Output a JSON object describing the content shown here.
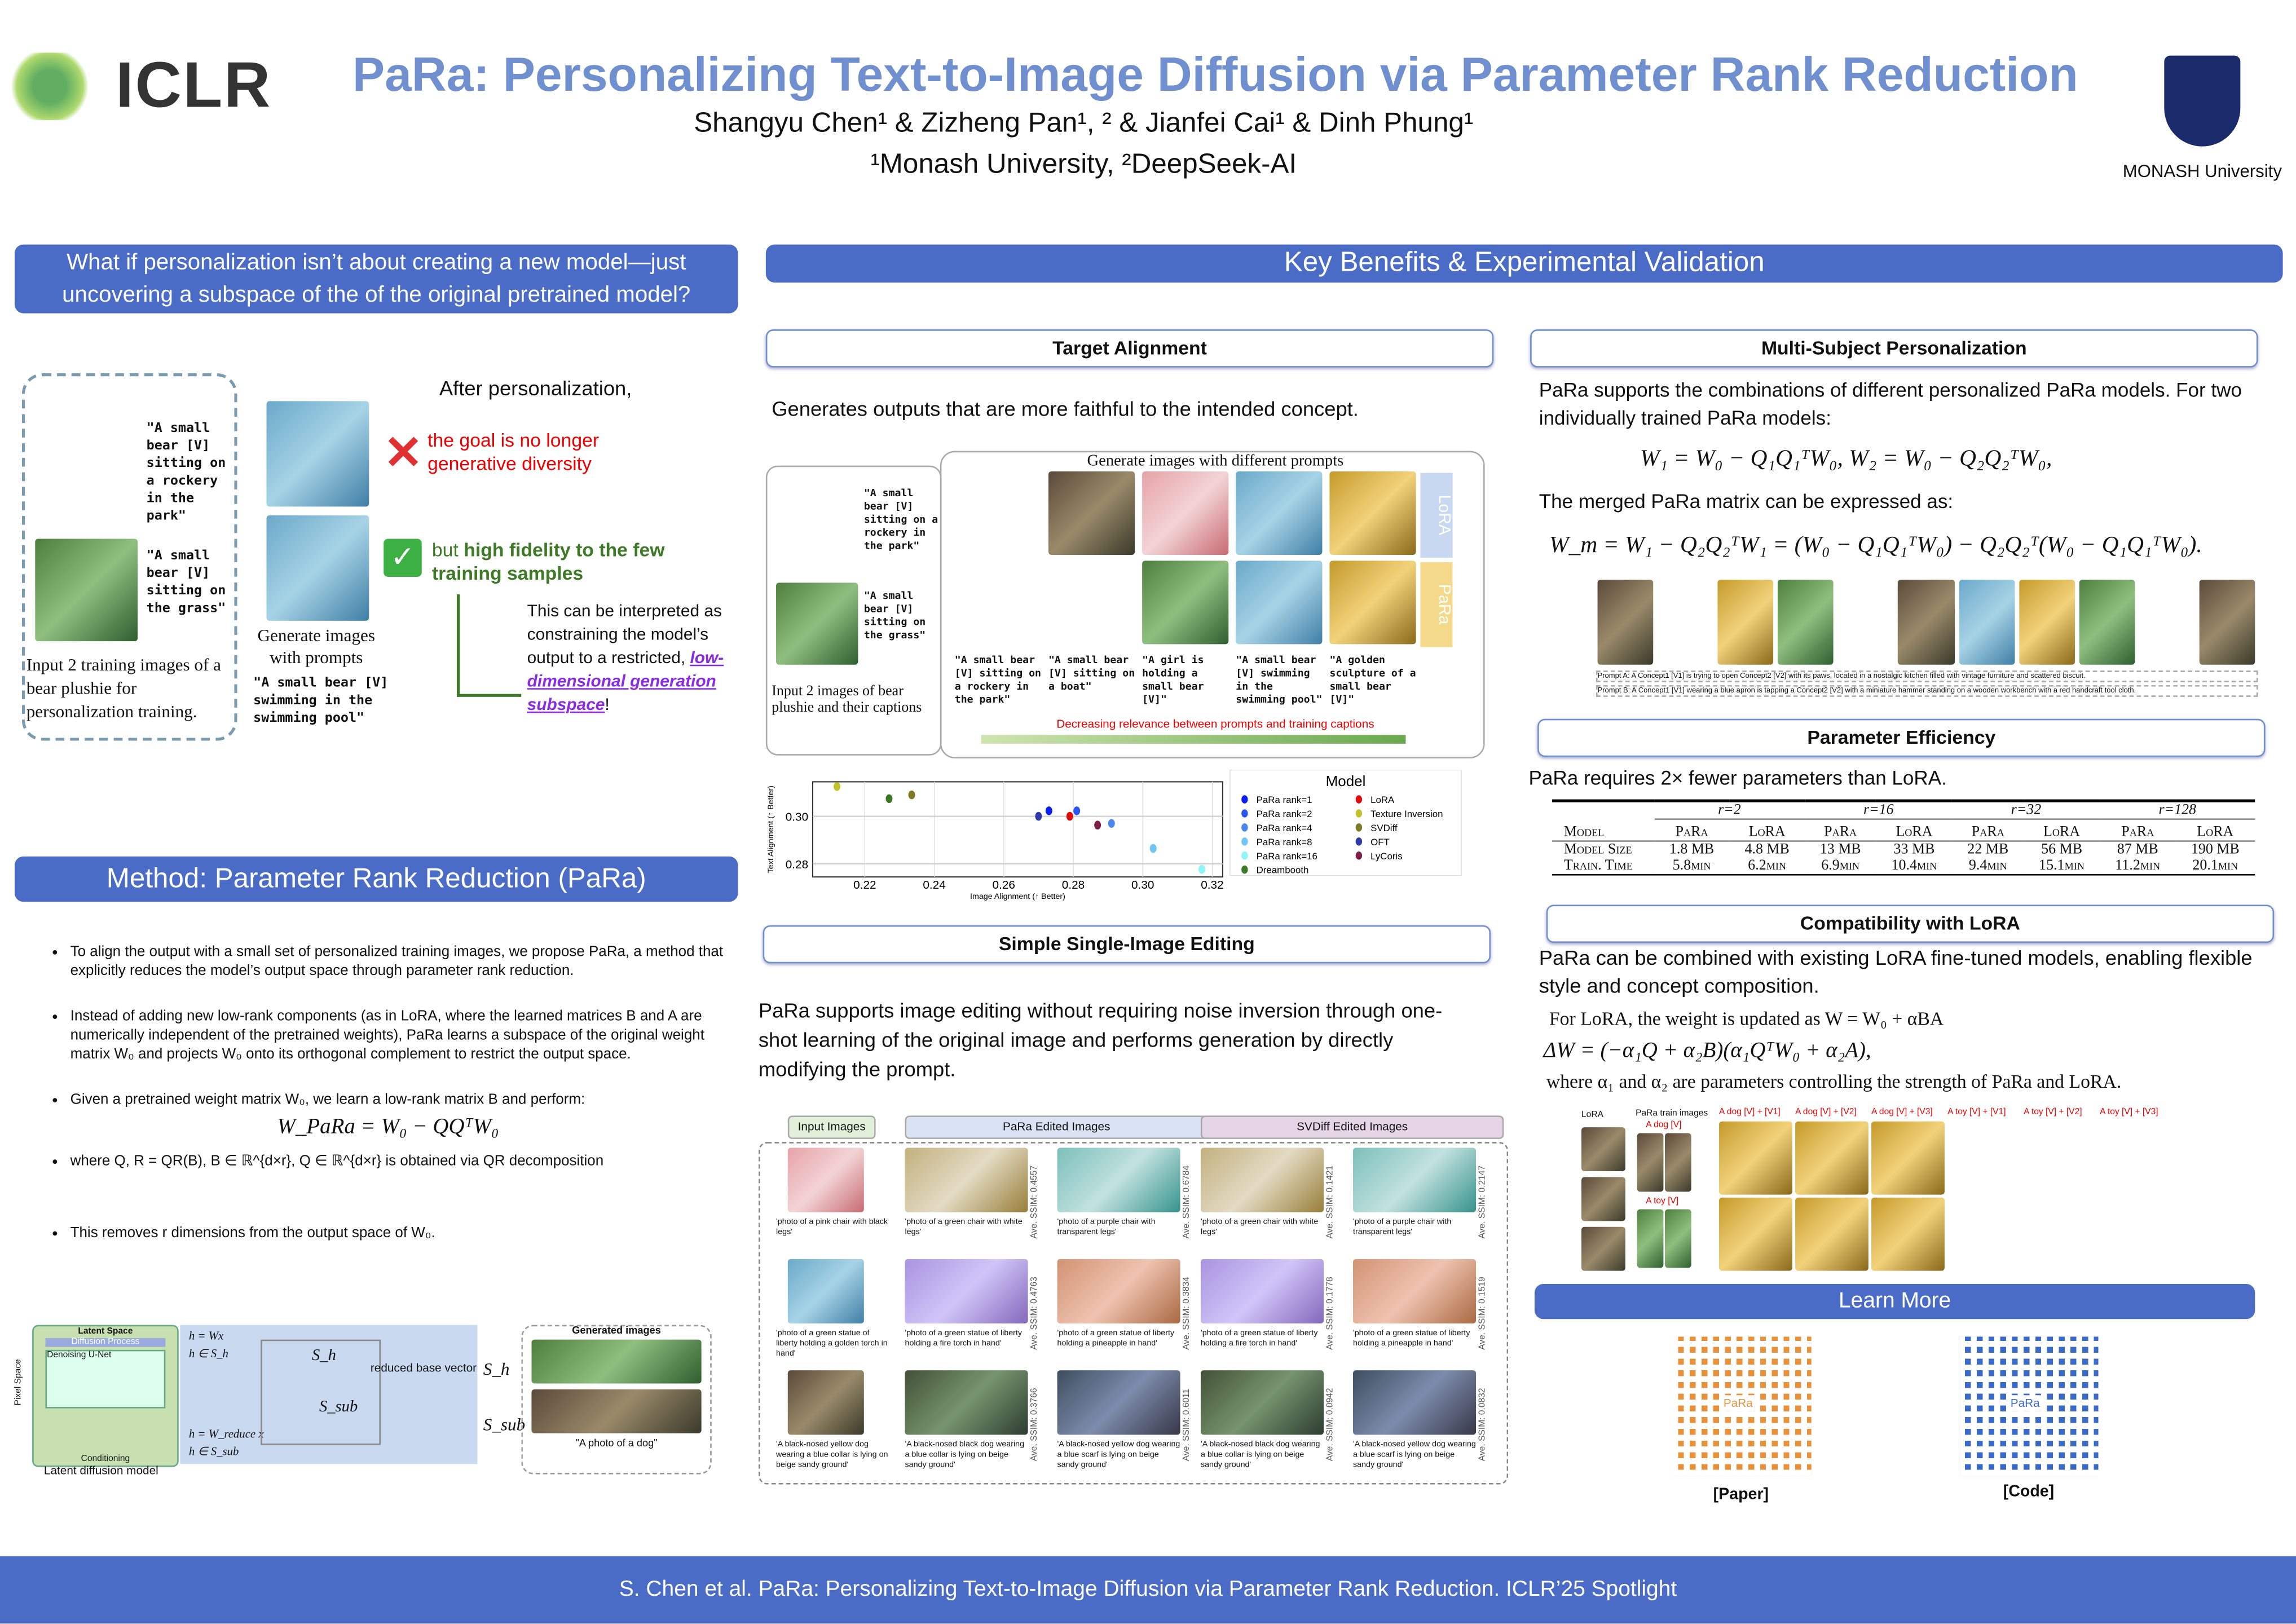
{
  "header": {
    "conference_logo": "ICLR",
    "title": "PaRa: Personalizing Text-to-Image Diffusion via Parameter Rank Reduction",
    "authors": "Shangyu Chen¹ & Zizheng Pan¹, ² & Jianfei Cai¹ & Dinh Phung¹",
    "affiliations": "¹Monash University, ²DeepSeek-AI",
    "university_logo": "MONASH University"
  },
  "question": {
    "text": "What if personalization isn’t about creating a new model—just uncovering a subspace of the of the original pretrained model?"
  },
  "intro": {
    "caption1": "\"A small bear [V] sitting on a rockery in the park\"",
    "caption2": "\"A small bear [V] sitting on the grass\"",
    "input_label": "Input 2 training images of a bear plushie for personalization training.",
    "generate_label": "Generate images with prompts",
    "generate_prompt": "\"A small bear [V] swimming in the swimming pool\"",
    "after": "After personalization,",
    "cross_text": "the goal is no longer generative diversity",
    "check_prefix": "but ",
    "check_text": "high fidelity to the few training samples",
    "interp": "This can be interpreted as constraining the model’s output to a restricted, ",
    "interp_link": "low-dimensional generation subspace",
    "interp_end": "!"
  },
  "method": {
    "title": "Method: Parameter Rank Reduction (PaRa)",
    "bullets": [
      "To align the output with a small set of personalized training images, we propose PaRa, a method that explicitly reduces the model’s output space through parameter rank reduction.",
      "Instead of adding new low-rank components (as in LoRA, where the learned matrices B and A are numerically independent of the pretrained weights), PaRa learns a subspace of the original weight matrix W₀ and projects W₀ onto its orthogonal complement to restrict the output space.",
      "Given a pretrained weight matrix W₀, we learn a low-rank matrix B and perform:",
      "where Q, R = QR(B),   B ∈ ℝ^{d×r},   Q ∈ ℝ^{d×r} is obtained via QR decomposition",
      "This removes r dimensions from the output space of W₀."
    ],
    "equation": "W_PaRa = W₀ − QQᵀW₀",
    "diagram": {
      "latent_space": "Latent Space",
      "diffusion_process": "Diffusion Process",
      "denoising": "Denoising U-Net",
      "pixel_space": "Pixel Space",
      "conditioning": "Conditioning",
      "ldm_label": "Latent diffusion model",
      "h_eq": "h = Wx",
      "h_in": "h ∈ S_h",
      "h_reduce": "h = W_reduce x",
      "h_sub": "h ∈ S_sub",
      "sh": "S_h",
      "ssub": "S_sub",
      "reduced": "reduced base vector",
      "generated": "Generated images",
      "prompt": "\"A photo of a dog\""
    }
  },
  "benefits": {
    "title": "Key Benefits & Experimental Validation"
  },
  "target": {
    "title": "Target Alignment",
    "desc": "Generates outputs that are more faithful to the intended concept.",
    "train_caps": [
      "\"A small bear [V] sitting on a rockery in the park\"",
      "\"A small bear [V] sitting on the grass\""
    ],
    "input_label": "Input 2 images of bear plushie and their captions",
    "gen_title": "Generate images with different prompts",
    "prompts": [
      "\"A small bear [V] sitting on a rockery in the park\"",
      "\"A small bear [V] sitting on a boat\"",
      "\"A girl is holding a small bear [V]\"",
      "\"A small bear [V] swimming in the swimming pool\"",
      "\"A golden sculpture of a small bear [V]\""
    ],
    "row_labels": [
      "LoRA",
      "PaRa"
    ],
    "decreasing": "Decreasing relevance between prompts and training captions"
  },
  "chart_data": {
    "type": "scatter",
    "xlabel": "Image Alignment (↑ Better)",
    "ylabel": "Text Alignment (↑ Better)",
    "xlim": [
      0.205,
      0.323
    ],
    "ylim": [
      0.2745,
      0.3145
    ],
    "xticks": [
      "0.22",
      "0.24",
      "0.26",
      "0.28",
      "0.30",
      "0.32"
    ],
    "yticks": [
      "0.28",
      "0.30"
    ],
    "legend_title": "Model",
    "legend_position": "right",
    "grid": true,
    "series": [
      {
        "name": "PaRa rank=1",
        "color": "#0a1ef0",
        "x": 0.273,
        "y": 0.3023
      },
      {
        "name": "PaRa rank=2",
        "color": "#2a55f5",
        "x": 0.281,
        "y": 0.3023
      },
      {
        "name": "PaRa rank=4",
        "color": "#4a86f0",
        "x": 0.291,
        "y": 0.297
      },
      {
        "name": "PaRa rank=8",
        "color": "#6fc6f5",
        "x": 0.303,
        "y": 0.2865
      },
      {
        "name": "PaRa rank=16",
        "color": "#8ff5fa",
        "x": 0.317,
        "y": 0.2777
      },
      {
        "name": "Dreambooth",
        "color": "#3d7a25",
        "x": 0.227,
        "y": 0.3074
      },
      {
        "name": "LoRA",
        "color": "#e00d0d",
        "x": 0.279,
        "y": 0.3
      },
      {
        "name": "Texture Inversion",
        "color": "#c2c22a",
        "x": 0.212,
        "y": 0.3125
      },
      {
        "name": "SVDiff",
        "color": "#7d7a28",
        "x": 0.2335,
        "y": 0.309
      },
      {
        "name": "OFT",
        "color": "#2f3aa8",
        "x": 0.27,
        "y": 0.3
      },
      {
        "name": "LyCoris",
        "color": "#7d1f4a",
        "x": 0.287,
        "y": 0.2963
      }
    ]
  },
  "editing": {
    "title": "Simple Single-Image Editing",
    "desc": "PaRa supports image editing without requiring noise inversion through one-shot learning of the original image and performs generation by directly modifying the prompt.",
    "headers": [
      "Input Images",
      "PaRa Edited Images",
      "SVDiff Edited Images"
    ],
    "inputs": [
      "'photo of a pink chair with black legs'",
      "'photo of a green statue of liberty holding a golden torch in hand'",
      "'A black-nosed yellow dog wearing a blue collar is lying on beige sandy ground'"
    ],
    "para_edits": [
      [
        "'photo of a green chair with white legs'",
        "'photo of a purple chair with transparent legs'"
      ],
      [
        "'photo of a green statue of liberty holding a fire torch in hand'",
        "'photo of a green statue of liberty holding a pineapple in hand'"
      ],
      [
        "'A black-nosed black dog wearing a blue collar is lying on beige sandy ground'",
        "'A black-nosed yellow dog wearing a blue scarf is lying on beige sandy ground'"
      ]
    ],
    "svdiff_edits": [
      [
        "'photo of a green chair with white legs'",
        "'photo of a purple chair with transparent legs'"
      ],
      [
        "'photo of a green statue of liberty holding a fire torch in hand'",
        "'photo of a green statue of liberty holding a pineapple in hand'"
      ],
      [
        "'A black-nosed black dog wearing a blue collar is lying on beige sandy ground'",
        "'A black-nosed yellow dog wearing a blue scarf is lying on beige sandy ground'"
      ]
    ],
    "para_ssim": [
      [
        "Ave. SSIM: 0.4557",
        "Ave. SSIM: 0.6784"
      ],
      [
        "Ave. SSIM: 0.4763",
        "Ave. SSIM: 0.3834"
      ],
      [
        "Ave. SSIM: 0.3766",
        "Ave. SSIM: 0.6011"
      ]
    ],
    "svdiff_ssim": [
      [
        "Ave. SSIM: 0.1421",
        "Ave. SSIM: 0.2147"
      ],
      [
        "Ave. SSIM: 0.1778",
        "Ave. SSIM: 0.1519"
      ],
      [
        "Ave. SSIM: 0.0942",
        "Ave. SSIM: 0.0832"
      ]
    ]
  },
  "multi": {
    "title": "Multi-Subject Personalization",
    "desc": "PaRa supports the combinations of different personalized PaRa models. For  two individually trained PaRa models:",
    "eq1": "W₁ = W₀ − Q₁Q₁ᵀW₀,  W₂ = W₀ − Q₂Q₂ᵀW₀,",
    "merged_label": "The merged PaRa  matrix can be expressed as:",
    "eq2": "W_m = W₁ − Q₂Q₂ᵀW₁ = (W₀ − Q₁Q₁ᵀW₀) − Q₂Q₂ᵀ(W₀ − Q₁Q₁ᵀW₀).",
    "prompt_a": "Prompt A: A Concept1 [V1] is trying to open Concept2 [V2] with its paws, located in a nostalgic kitchen filled with vintage furniture and scattered biscuit.",
    "prompt_b": "Prompt B: A Concept1 [V1] wearing a blue apron is tapping a Concept2 [V2] with a miniature hammer standing on a wooden workbench with a red handcraft tool cloth."
  },
  "efficiency": {
    "title": "Parameter Efficiency",
    "desc": "PaRa requires 2× fewer parameters than LoRA.",
    "ranks": [
      "r=2",
      "r=16",
      "r=32",
      "r=128"
    ],
    "header": [
      "Model",
      "PaRa",
      "LoRA",
      "PaRa",
      "LoRA",
      "PaRa",
      "LoRA",
      "PaRa",
      "LoRA"
    ],
    "rows": [
      [
        "Model Size",
        "1.8 MB",
        "4.8 MB",
        "13 MB",
        "33 MB",
        "22 MB",
        "56 MB",
        "87 MB",
        "190 MB"
      ],
      [
        "Train. Time",
        "5.8min",
        "6.2min",
        "6.9min",
        "10.4min",
        "9.4min",
        "15.1min",
        "11.2min",
        "20.1min"
      ]
    ]
  },
  "compat": {
    "title": "Compatibility with LoRA",
    "desc": "PaRa can be combined with existing LoRA fine-tuned models, enabling flexible style and concept composition.",
    "line1": "For LoRA, the weight is updated as W = W₀ + αBA",
    "eq": "ΔW = (−α₁Q + α₂B)(α₁QᵀW₀ + α₂A),",
    "line2": "where α₁ and α₂ are parameters controlling the strength of PaRa and LoRA.",
    "labels": [
      "LoRA",
      "PaRa train images",
      "A dog [V]",
      "A toy [V]",
      "A dog [V] + [V1]",
      "A dog [V] + [V2]",
      "A dog [V] + [V3]",
      "A toy [V] + [V1]",
      "A toy [V] + [V2]",
      "A toy [V] + [V3]"
    ]
  },
  "learn_more": {
    "title": "Learn More",
    "paper": "[Paper]",
    "code": "[Code]",
    "qr_label": "PaRa"
  },
  "footer": "S. Chen et al. PaRa: Personalizing Text-to-Image Diffusion via Parameter Rank Reduction. ICLR’25 Spotlight",
  "colors": {
    "accent": "#4a6cc7",
    "title": "#6f8fcf",
    "red": "#e00d0d",
    "green": "#3d7a25"
  }
}
